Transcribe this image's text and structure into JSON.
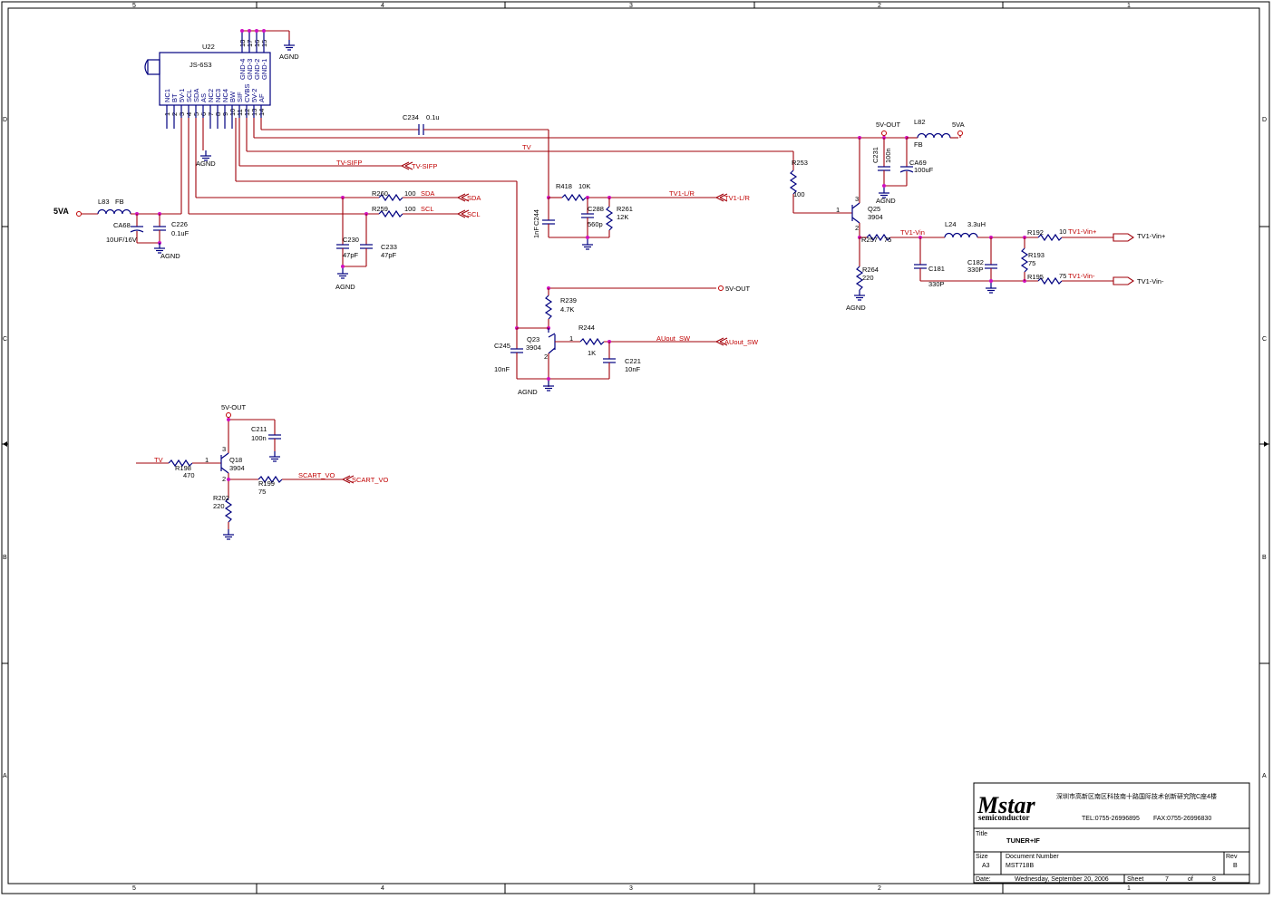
{
  "border": {
    "top_cols": [
      "5",
      "4",
      "3",
      "2",
      "1"
    ],
    "bottom_cols": [
      "5",
      "4",
      "3",
      "2",
      "1"
    ],
    "rows": [
      "D",
      "C",
      "B",
      "A"
    ]
  },
  "tuner": {
    "ref": "U22",
    "part": "JS-6S3",
    "left_pins": [
      "NC1",
      "BT",
      "5V-1",
      "SCL",
      "SDA",
      "AS",
      "NC2",
      "NC3",
      "NC4",
      "BW",
      "SIF",
      "CVBS",
      "5V-2",
      "AF"
    ],
    "left_nums": [
      "1",
      "2",
      "3",
      "4",
      "5",
      "6",
      "7",
      "8",
      "9",
      "10",
      "11",
      "12",
      "13",
      "14"
    ],
    "gnd_pins": [
      "GND-4",
      "GND-3",
      "GND-2",
      "GND-1"
    ],
    "gnd_nums": [
      "18",
      "17",
      "16",
      "15"
    ]
  },
  "labels": {
    "agnd": "AGND",
    "fivev_out": "5V-OUT",
    "fivevA": "5VA",
    "tv": "TV",
    "tv_sifp": "TV-SIFP",
    "sda": "SDA",
    "scl": "SCL",
    "tv1_lr": "TV1-L/R",
    "auout_sw": "AUout_SW",
    "tv1_vin": "TV1-Vin",
    "tv1_vin_plus": "TV1-Vin+",
    "tv1_vin_minus": "TV1-Vin-",
    "scart_vo": "SCART_VO"
  },
  "components": {
    "L83": {
      "ref": "L83",
      "val": "FB"
    },
    "CA68": {
      "ref": "CA68",
      "val": "10UF/16V"
    },
    "C226": {
      "ref": "C226",
      "val": "0.1uF"
    },
    "C234": {
      "ref": "C234",
      "val": "0.1u"
    },
    "R260": {
      "ref": "R260",
      "val": "100"
    },
    "R259": {
      "ref": "R259",
      "val": "100"
    },
    "C230": {
      "ref": "C230",
      "val": "47pF"
    },
    "C233": {
      "ref": "C233",
      "val": "47pF"
    },
    "R418": {
      "ref": "R418",
      "val": "10K"
    },
    "C244": {
      "ref": "C244",
      "val": "1nF"
    },
    "C288": {
      "ref": "C288",
      "val": "560p"
    },
    "R261": {
      "ref": "R261",
      "val": "12K"
    },
    "R239": {
      "ref": "R239",
      "val": "4.7K"
    },
    "Q23": {
      "ref": "Q23",
      "val": "3904"
    },
    "C245": {
      "ref": "C245",
      "val": "10nF"
    },
    "R244": {
      "ref": "R244",
      "val": "1K"
    },
    "C221": {
      "ref": "C221",
      "val": "10nF"
    },
    "R253": {
      "ref": "R253",
      "val": "100"
    },
    "L82": {
      "ref": "L82",
      "val": "FB"
    },
    "C231": {
      "ref": "C231",
      "val": "100n"
    },
    "CA69": {
      "ref": "CA69",
      "val": "100uF"
    },
    "Q25": {
      "ref": "Q25",
      "val": "3904"
    },
    "R257": {
      "ref": "R257",
      "val": "75"
    },
    "R264": {
      "ref": "R264",
      "val": "220"
    },
    "L24": {
      "ref": "L24",
      "val": "3.3uH"
    },
    "C181": {
      "ref": "C181",
      "val": "330P"
    },
    "C182": {
      "ref": "C182",
      "val": "330P"
    },
    "R192": {
      "ref": "R192",
      "val": "10"
    },
    "R193": {
      "ref": "R193",
      "val": "75"
    },
    "R195": {
      "ref": "R195",
      "val": "75"
    },
    "C211": {
      "ref": "C211",
      "val": "100n"
    },
    "Q18": {
      "ref": "Q18",
      "val": "3904"
    },
    "R198": {
      "ref": "R198",
      "val": "470"
    },
    "R199": {
      "ref": "R199",
      "val": "75"
    },
    "R202": {
      "ref": "R202",
      "val": "220"
    }
  },
  "pin_nums": {
    "one": "1",
    "two": "2",
    "three": "3"
  },
  "title_block": {
    "logo": "Mstar",
    "logo_sub": "semiconductor",
    "address": "深圳市高新区南区科技南十路国际技术创新研究院C座4楼",
    "tel": "TEL:0755-26996895",
    "fax": "FAX:0755-26996830",
    "title_label": "Title",
    "title": "TUNER+IF",
    "size_label": "Size",
    "size": "A3",
    "docnum_label": "Document Number",
    "docnum": "MST718B",
    "rev_label": "Rev",
    "rev": "B",
    "date_label": "Date:",
    "date": "Wednesday, September 20, 2006",
    "sheet_label": "Sheet",
    "sheet": "7",
    "of_label": "of",
    "of": "8"
  }
}
